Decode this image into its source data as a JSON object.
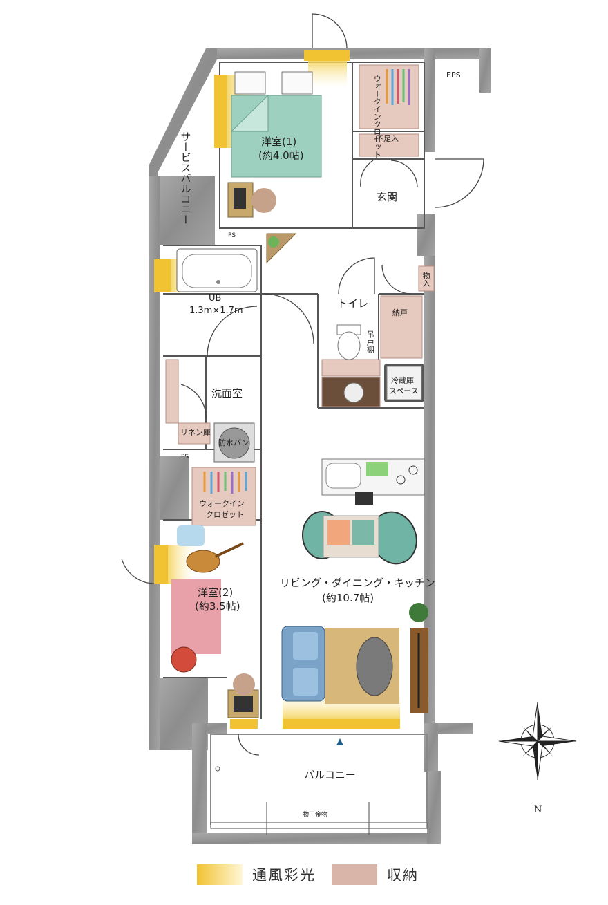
{
  "rooms": {
    "western1": {
      "name": "洋室(1)",
      "size": "(約4.0帖)"
    },
    "wic1": "ウォークインクロゼット",
    "shoe": "下足入",
    "eps": "EPS",
    "entrance": "玄関",
    "service_balcony": "サービスバルコニー",
    "ps_upper": "PS",
    "ub": {
      "name": "UB",
      "size": "1.3m×1.7m"
    },
    "toilet": "トイレ",
    "hanging_shelf": "吊戸棚",
    "storage_closet": "納戸",
    "monoire": "物入",
    "fridge": {
      "line1": "冷蔵庫",
      "line2": "スペース"
    },
    "washroom": "洗面室",
    "linen": "リネン庫",
    "waterproof_pan": "防水パン",
    "ps_lower": "PS",
    "wic2": {
      "line1": "ウォークイン",
      "line2": "クロゼット"
    },
    "western2": {
      "name": "洋室(2)",
      "size": "(約3.5帖)"
    },
    "ldk": {
      "name": "リビング・ダイニング・キッチン",
      "size": "(約10.7帖)"
    },
    "balcony": "バルコニー",
    "drying_hardware": "物干金物"
  },
  "compass": {
    "north": "N"
  },
  "legend": [
    {
      "label": "通風彩光",
      "color": "#f1c232"
    },
    {
      "label": "収納",
      "color": "#d9b5a9"
    }
  ],
  "colors": {
    "wall": "#9a9a9a",
    "bed": "#9ed0bf",
    "rug_pink": "#e8a1a8",
    "rug_tan": "#d7b77a",
    "sofa": "#7aa3c7",
    "storage": "#e6c9bf",
    "window": "#f1c232"
  }
}
